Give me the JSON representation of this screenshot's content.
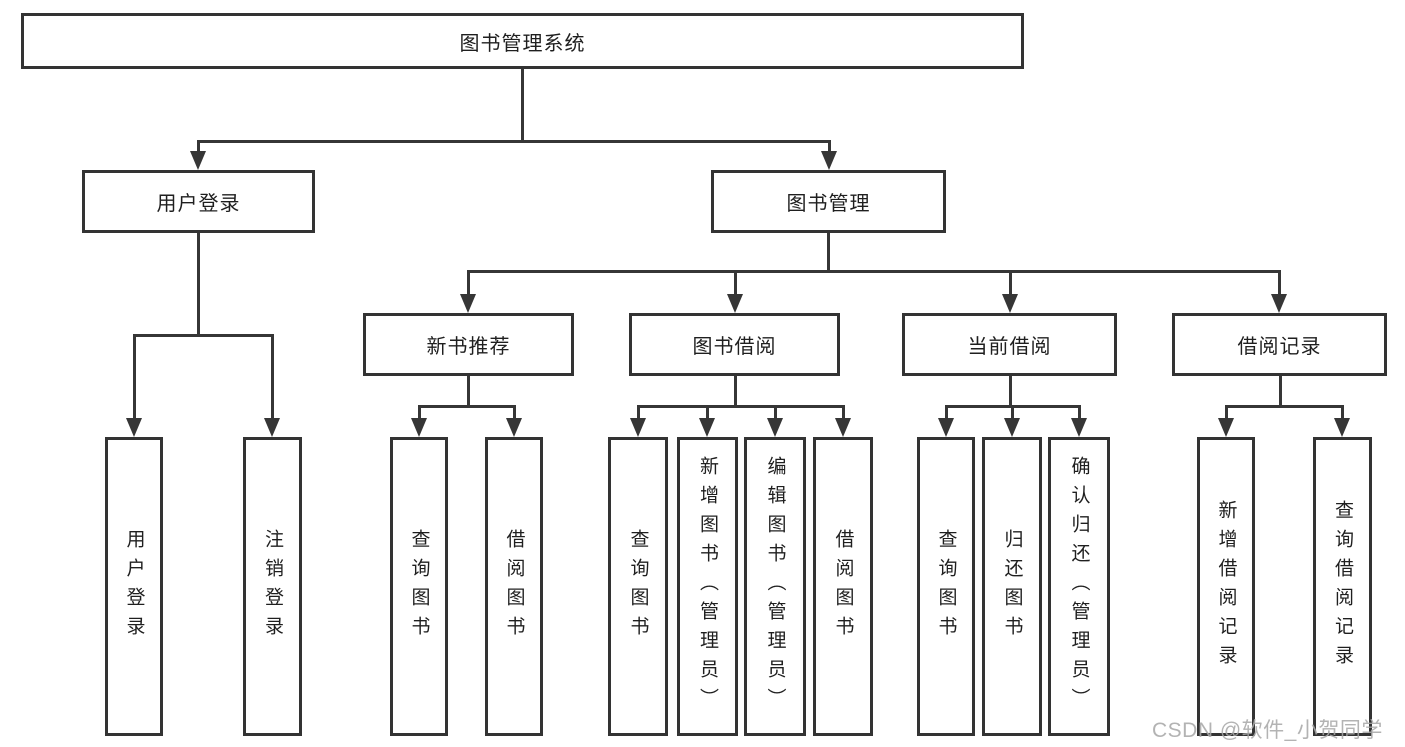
{
  "diagram": {
    "title": "图书管理系统",
    "watermark": "CSDN @软件_小贺同学",
    "colors": {
      "line": "#363636",
      "box_border": "#333333",
      "text": "#1f1f1f",
      "watermark": "#a9a9a9",
      "background": "#ffffff"
    },
    "nodes": {
      "root": {
        "label": "图书管理系统"
      },
      "userLogin": {
        "label": "用户登录"
      },
      "bookMgmt": {
        "label": "图书管理"
      },
      "userLoginV": {
        "label": "用户登录"
      },
      "logout": {
        "label": "注销登录"
      },
      "newBookRec": {
        "label": "新书推荐"
      },
      "bookBorrow": {
        "label": "图书借阅"
      },
      "currentBorrow": {
        "label": "当前借阅"
      },
      "borrowRecords": {
        "label": "借阅记录"
      },
      "queryBook1": {
        "label": "查询图书"
      },
      "borrowBook1": {
        "label": "借阅图书"
      },
      "queryBook2": {
        "label": "查询图书"
      },
      "addBookAdmin": {
        "label": "新增图书（管理员）"
      },
      "editBookAdmin": {
        "label": "编辑图书（管理员）"
      },
      "borrowBook2": {
        "label": "借阅图书"
      },
      "queryBook3": {
        "label": "查询图书"
      },
      "returnBook": {
        "label": "归还图书"
      },
      "confirmReturnAdmin": {
        "label": "确认归还（管理员）"
      },
      "addBorrowRecord": {
        "label": "新增借阅记录"
      },
      "queryBorrowRecord": {
        "label": "查询借阅记录"
      }
    },
    "hierarchy": {
      "root": "图书管理系统",
      "children": [
        {
          "label": "用户登录",
          "children": [
            "用户登录",
            "注销登录"
          ]
        },
        {
          "label": "图书管理",
          "children": [
            {
              "label": "新书推荐",
              "children": [
                "查询图书",
                "借阅图书"
              ]
            },
            {
              "label": "图书借阅",
              "children": [
                "查询图书",
                "新增图书（管理员）",
                "编辑图书（管理员）",
                "借阅图书"
              ]
            },
            {
              "label": "当前借阅",
              "children": [
                "查询图书",
                "归还图书",
                "确认归还（管理员）"
              ]
            },
            {
              "label": "借阅记录",
              "children": [
                "新增借阅记录",
                "查询借阅记录"
              ]
            }
          ]
        }
      ]
    }
  }
}
